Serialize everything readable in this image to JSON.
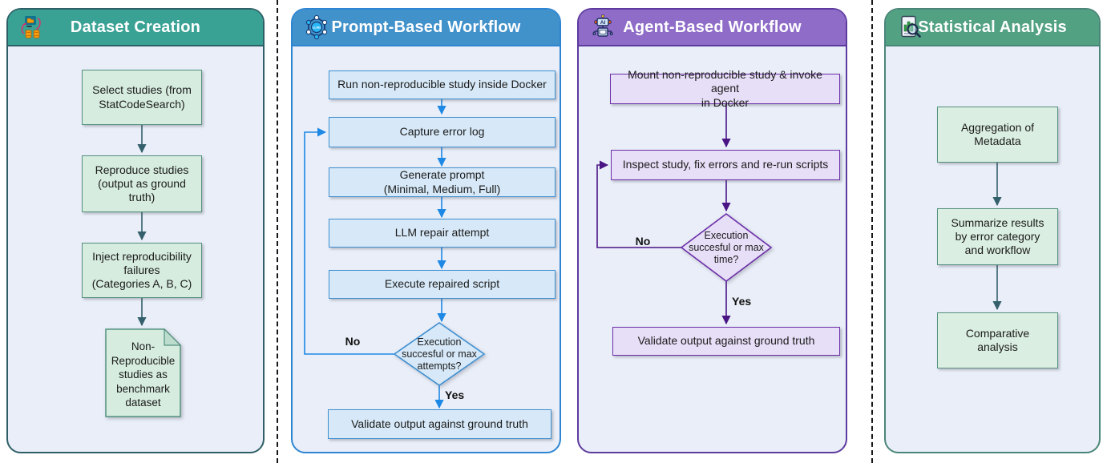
{
  "panels": [
    {
      "title": "Dataset Creation",
      "icon": "data-pipeline-icon",
      "colors": {
        "header": "#3aa295",
        "border": "#2e5f66",
        "node_fill": "#d6ecdf",
        "node_border": "#54917f",
        "arrow": "#33606b",
        "body": "#e9eef8"
      },
      "nodes": [
        {
          "label": "Select studies (from\nStatCodeSearch)",
          "shape": "rect"
        },
        {
          "label": "Reproduce studies\n(output as ground truth)",
          "shape": "rect"
        },
        {
          "label": "Inject reproducibility\nfailures\n(Categories A, B, C)",
          "shape": "rect"
        },
        {
          "label": "Non-\nReproducible\nstudies as\nbenchmark\ndataset",
          "shape": "document"
        }
      ]
    },
    {
      "title": "Prompt-Based Workflow",
      "icon": "llm-network-icon",
      "icon_text": "LLMs",
      "colors": {
        "header": "#4191ca",
        "border": "#2e86d3",
        "node_fill": "#d7e9f8",
        "node_border": "#3f8fd1",
        "arrow": "#1e88e5",
        "body": "#e9eef8"
      },
      "nodes": [
        {
          "label": "Run non-reproducible study inside Docker",
          "shape": "rect"
        },
        {
          "label": "Capture error log",
          "shape": "rect"
        },
        {
          "label": "Generate prompt\n(Minimal, Medium, Full)",
          "shape": "rect"
        },
        {
          "label": "LLM repair attempt",
          "shape": "rect"
        },
        {
          "label": "Execute repaired script",
          "shape": "rect"
        },
        {
          "label": "Execution\nsuccesful or max\nattempts?",
          "shape": "diamond"
        },
        {
          "label": "Validate output against ground truth",
          "shape": "rect"
        }
      ],
      "decision_labels": {
        "yes": "Yes",
        "no": "No"
      }
    },
    {
      "title": "Agent-Based Workflow",
      "icon": "ai-robot-icon",
      "icon_text": "AI",
      "colors": {
        "header": "#8e6cc8",
        "border": "#5d3a9e",
        "node_fill": "#e7def7",
        "node_border": "#6b2fa8",
        "arrow": "#4a1485",
        "body": "#e9eef8"
      },
      "nodes": [
        {
          "label": "Mount non-reproducible study & invoke agent\nin Docker",
          "shape": "rect"
        },
        {
          "label": "Inspect study, fix errors and re-run scripts",
          "shape": "rect"
        },
        {
          "label": "Execution\nsuccesful or max\ntime?",
          "shape": "diamond"
        },
        {
          "label": "Validate output against ground truth",
          "shape": "rect"
        }
      ],
      "decision_labels": {
        "yes": "Yes",
        "no": "No"
      }
    },
    {
      "title": "Statistical Analysis",
      "icon": "chart-magnifier-icon",
      "colors": {
        "header": "#52a183",
        "border": "#4b8579",
        "node_fill": "#daeee1",
        "node_border": "#54917f",
        "arrow": "#33606b",
        "body": "#e9eef8"
      },
      "nodes": [
        {
          "label": "Aggregation of\nMetadata",
          "shape": "rect"
        },
        {
          "label": "Summarize results\nby error category\nand workflow",
          "shape": "rect"
        },
        {
          "label": "Comparative\nanalysis",
          "shape": "rect"
        }
      ]
    }
  ]
}
